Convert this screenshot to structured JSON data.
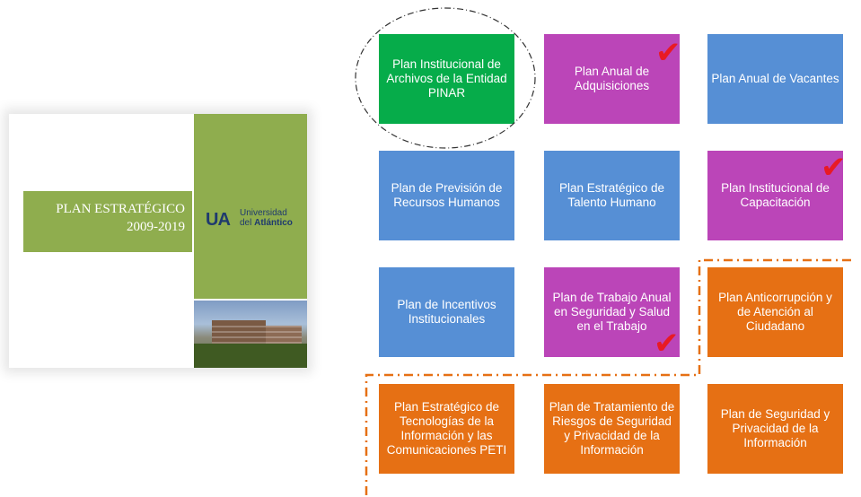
{
  "cover": {
    "title_line1": "PLAN ESTRATÉGICO",
    "title_line2": "2009-2019",
    "logo_mark_u": "U",
    "logo_mark_a": "A",
    "logo_line1": "Universidad",
    "logo_line2_prefix": "del ",
    "logo_line2_bold": "Atlántico"
  },
  "colors": {
    "green": "#06ac4a",
    "purple": "#bb45b8",
    "blue": "#568fd5",
    "orange": "#e67014",
    "cover_green": "#8fad4e",
    "check_red": "#e81a24"
  },
  "plans": [
    {
      "label": "Plan Institucional de Archivos de la Entidad PINAR",
      "color": "green",
      "checked": false,
      "circled": true
    },
    {
      "label": "Plan Anual de Adquisiciones",
      "color": "purple",
      "checked": true
    },
    {
      "label": "Plan Anual de Vacantes",
      "color": "blue",
      "checked": false
    },
    {
      "label": "Plan de Previsión de Recursos Humanos",
      "color": "blue",
      "checked": false
    },
    {
      "label": "Plan Estratégico de Talento Humano",
      "color": "blue",
      "checked": false
    },
    {
      "label": "Plan Institucional de Capacitación",
      "color": "purple",
      "checked": true
    },
    {
      "label": "Plan de Incentivos Institucionales",
      "color": "blue",
      "checked": false
    },
    {
      "label": "Plan de Trabajo Anual en Seguridad y Salud en el Trabajo",
      "color": "purple",
      "checked": true
    },
    {
      "label": "Plan Anticorrupción y de Atención al Ciudadano",
      "color": "orange",
      "checked": false
    },
    {
      "label": "Plan Estratégico de Tecnologías de la Información y las Comunicaciones  PETI",
      "color": "orange",
      "checked": false
    },
    {
      "label": "Plan de Tratamiento de Riesgos de Seguridad y Privacidad de la Información",
      "color": "orange",
      "checked": false
    },
    {
      "label": "Plan de Seguridad y Privacidad de la Información",
      "color": "orange",
      "checked": false
    }
  ],
  "check_mark": "✔"
}
